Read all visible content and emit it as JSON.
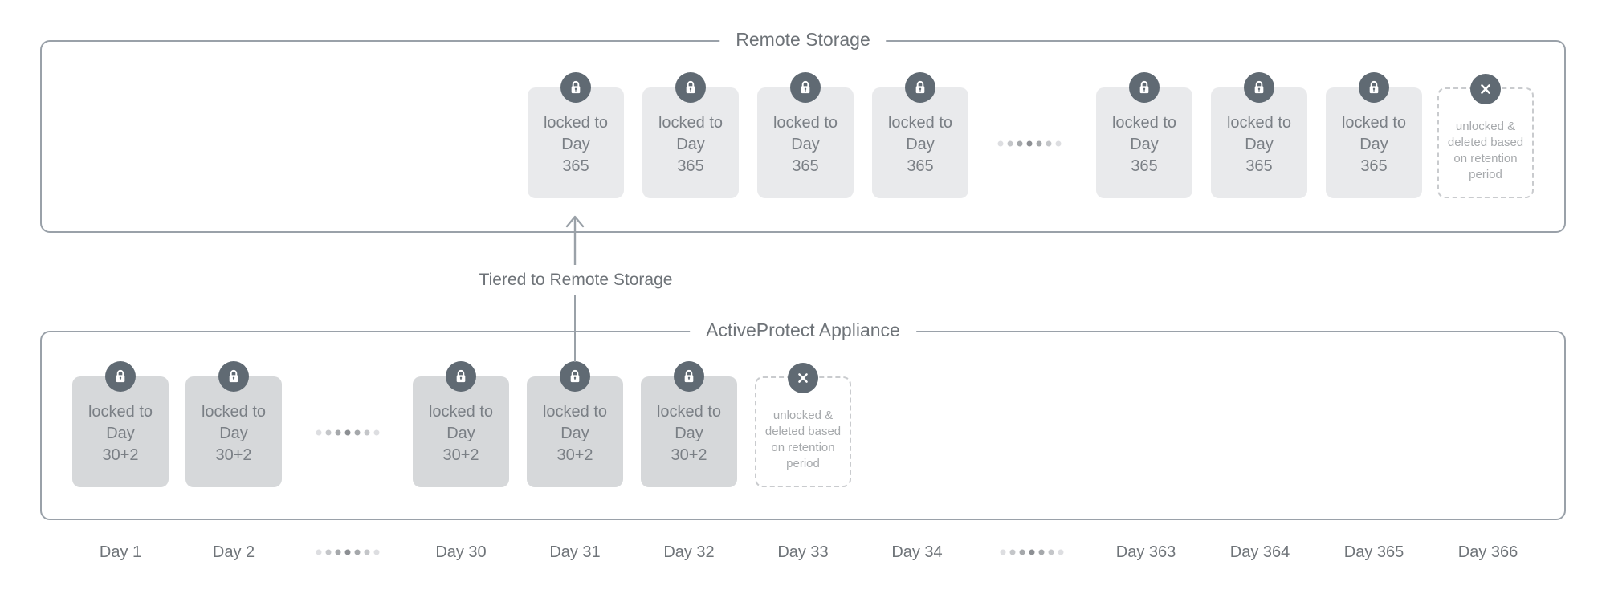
{
  "remote_storage": {
    "title": "Remote Storage",
    "locked_box": {
      "line1": "locked to",
      "line2": "Day",
      "line3": "365"
    },
    "unlocked_box": {
      "line1": "unlocked &",
      "line2": "deleted based",
      "line3": "on retention",
      "line4": "period"
    }
  },
  "appliance": {
    "title": "ActiveProtect Appliance",
    "locked_box": {
      "line1": "locked to",
      "line2": "Day",
      "line3": "30+2"
    },
    "unlocked_box": {
      "line1": "unlocked &",
      "line2": "deleted based",
      "line3": "on retention",
      "line4": "period"
    }
  },
  "tiering": {
    "label": "Tiered to Remote Storage"
  },
  "timeline": {
    "labels": [
      "Day 1",
      "Day 2",
      "Day 30",
      "Day 31",
      "Day 32",
      "Day 33",
      "Day 34",
      "Day 363",
      "Day 364",
      "Day 365",
      "Day 366"
    ]
  },
  "icons": {
    "lock": "lock-icon",
    "unlocked_delete": "x-icon",
    "ellipsis": "ellipsis-icon"
  },
  "colors": {
    "container_border": "#9aa1a9",
    "title_text": "#6e7378",
    "remote_box_fill": "#e9eaec",
    "appliance_box_fill": "#d6d8da",
    "box_text": "#7a7f85",
    "icon_circle": "#606a73",
    "dashed_border": "#c9cbce",
    "dashed_text": "#a6a9ac",
    "day_label_text": "#6f7479",
    "arrow": "#9aa1a8"
  }
}
